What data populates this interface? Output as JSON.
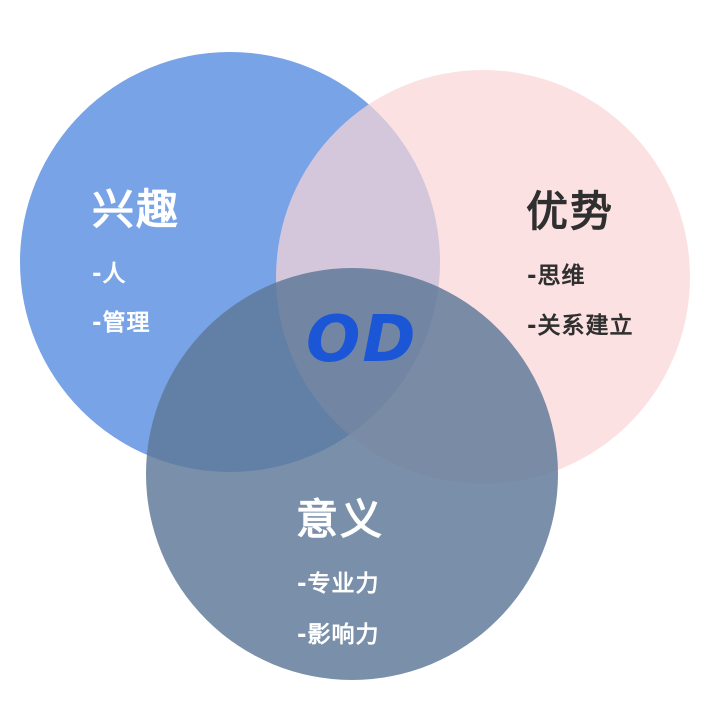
{
  "center_label": "OD",
  "circles": {
    "interest": {
      "title": "兴趣",
      "items": [
        "-人",
        "-管理"
      ],
      "fill_color": "#5a8fe0"
    },
    "strength": {
      "title": "优势",
      "items": [
        "-思维",
        "-关系建立"
      ],
      "fill_color": "#fbd4d6"
    },
    "meaning": {
      "title": "意义",
      "items": [
        "-专业力",
        "-影响力"
      ],
      "fill_color": "#5d7897"
    }
  },
  "colors": {
    "center_text": "#1a56d6",
    "title_on_dark": "#ffffff",
    "title_on_light": "#2f2f2f"
  }
}
